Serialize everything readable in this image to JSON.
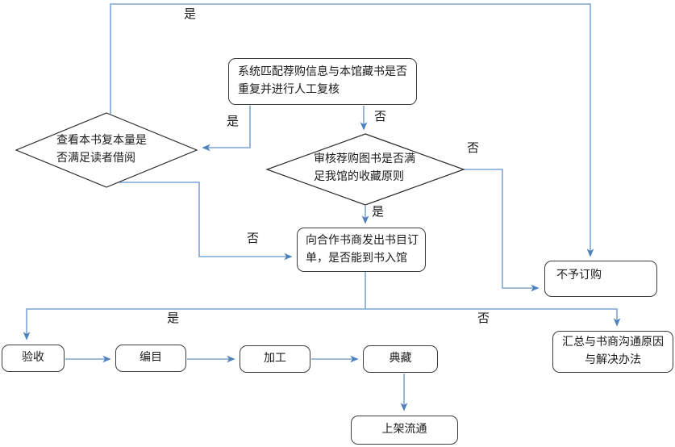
{
  "flowchart": {
    "colors": {
      "line": "#7fa5d2",
      "arrow": "#4f81bd",
      "node_border": "#3d3d3d",
      "text": "#1a1a1a"
    },
    "nodes": {
      "match": "系统匹配荐购信息与本馆藏书是否重复并进行人工复核",
      "copies": "查看本书复本量是否满足读者借阅",
      "review": "审核荐购图书是否满足我馆的收藏原则",
      "order": "向合作书商发出书目订单，是否能到书入馆",
      "no_order": "不予订购",
      "accept": "验收",
      "catalog": "编目",
      "process": "加工",
      "archive": "典藏",
      "shelve": "上架流通",
      "summary": "汇总与书商沟通原因与解决办法"
    },
    "branch_labels": {
      "yes": "是",
      "no": "否"
    }
  }
}
